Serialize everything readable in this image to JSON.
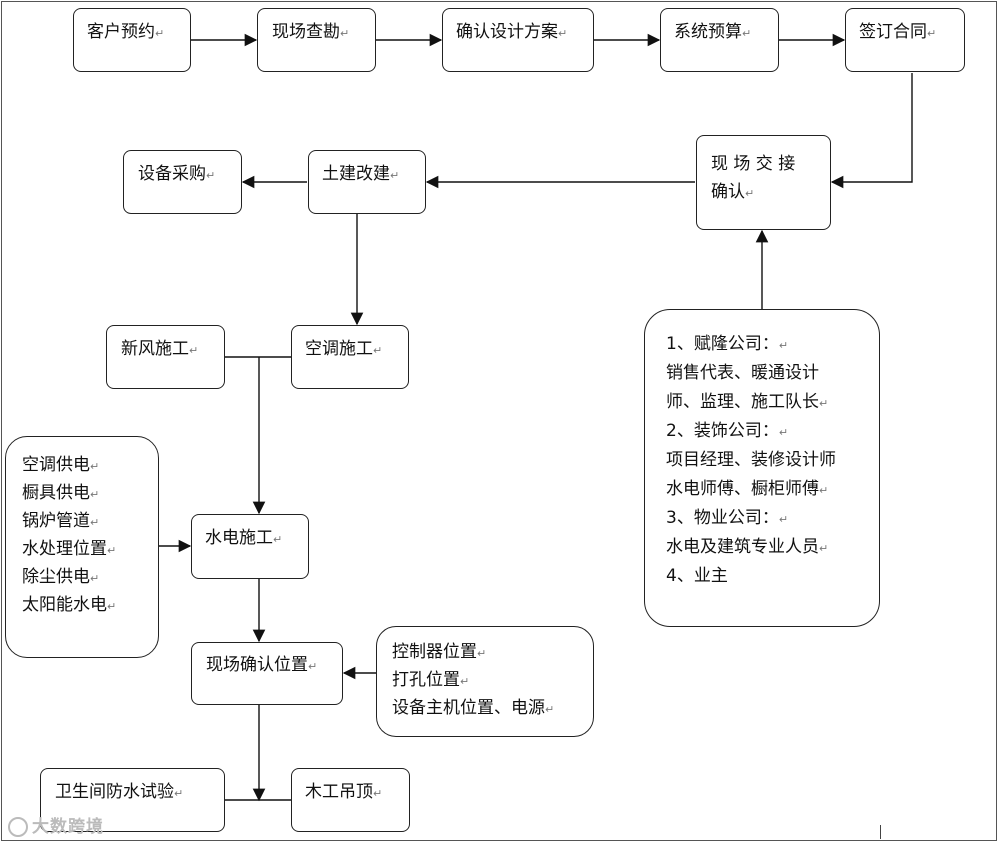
{
  "nodes": {
    "kehu_yuyue": "客户预约",
    "xianchang_chakan": "现场查勘",
    "queren_sheji": "确认设计方案",
    "xitong_yusuan": "系统预算",
    "qianding_hetong": "签订合同",
    "xianchang_jiaojie_line1": "现 场 交 接",
    "xianchang_jiaojie_line2": "确认",
    "tujian_gaijian": "土建改建",
    "shebei_caigou": "设备采购",
    "kongtiao_shigong": "空调施工",
    "xinfeng_shigong": "新风施工",
    "shuidian_shigong": "水电施工",
    "xianchang_queren_weizhi": "现场确认位置",
    "weishengjian_fangshui": "卫生间防水试验",
    "mugong_diaoding": "木工吊顶"
  },
  "power_list": [
    "空调供电",
    "橱具供电",
    "锅炉管道",
    "水处理位置",
    "除尘供电",
    "太阳能水电"
  ],
  "position_list": [
    "控制器位置",
    "打孔位置",
    "设备主机位置、电源"
  ],
  "parties_list": [
    "1、赋隆公司：",
    "销售代表、暖通设计",
    "师、监理、施工队长",
    "2、装饰公司：",
    "项目经理、装修设计师",
    "水电师傅、橱柜师傅",
    "3、物业公司：",
    "水电及建筑专业人员",
    "4、业主"
  ],
  "para_mark": "↵",
  "watermark": "大数跨境"
}
